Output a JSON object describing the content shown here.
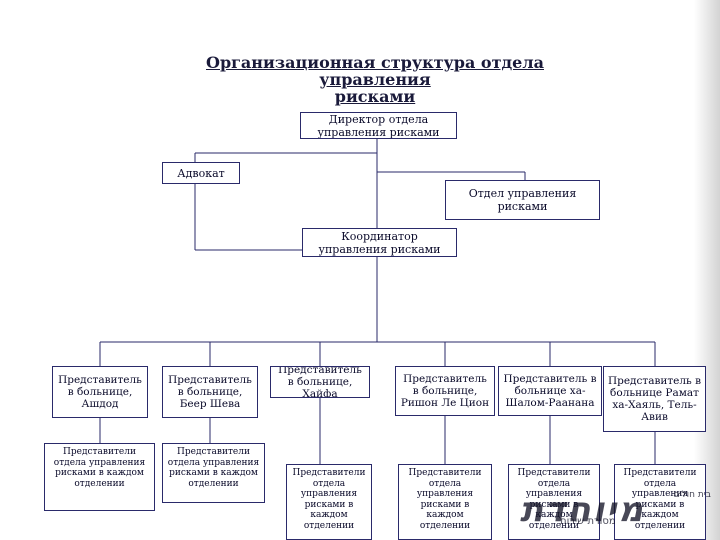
{
  "title_line1": "Организационная структура отдела управления",
  "title_line2": "рисками",
  "director": "Директор отдела управления рисками",
  "lawyer": "Адвокат",
  "risk_department": "Отдел управления рисками",
  "coordinator": "Координатор управления рисками",
  "hospital_reps": [
    "Представитель в больнице, Ашдод",
    "Представитель в больнице, Беер Шева",
    "Представитель в больнице, Хайфа",
    "Представитель в больнице, Ришон Ле Цион",
    "Представитель в больнице ха-Шалом-Раанана",
    "Представитель в больнице Рамат ха-Хаяль, Тель-Авив"
  ],
  "dept_reps_a": "Представители отдела управления рисками в каждом отделении",
  "dept_reps_b": "Представители отдела управления рисками в каждом отделении",
  "dept_reps_c": "Представители отдела управления рисками в каждом отделении",
  "logo": {
    "mark": "מיוחדת",
    "small_text": "בית חולים",
    "sub_text": "מסורת שירות"
  }
}
